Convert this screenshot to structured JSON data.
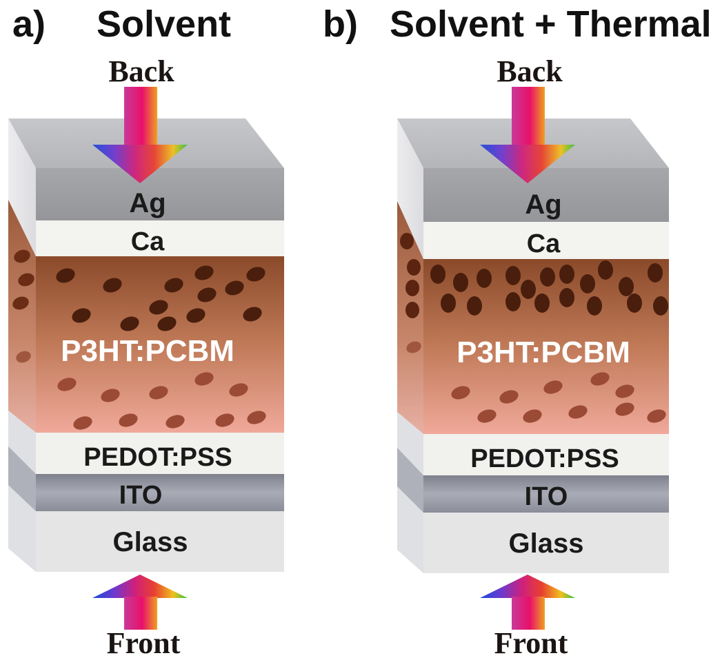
{
  "panels": [
    {
      "letter": "a)",
      "title": "Solvent",
      "back_label": "Back",
      "front_label": "Front",
      "layers": {
        "ag": "Ag",
        "ca": "Ca",
        "active": "P3HT:PCBM",
        "pedot": "PEDOT:PSS",
        "ito": "ITO",
        "glass": "Glass"
      }
    },
    {
      "letter": "b)",
      "title": "Solvent + Thermal",
      "back_label": "Back",
      "front_label": "Front",
      "layers": {
        "ag": "Ag",
        "ca": "Ca",
        "active": "P3HT:PCBM",
        "pedot": "PEDOT:PSS",
        "ito": "ITO",
        "glass": "Glass"
      }
    }
  ],
  "colors": {
    "ag": "#9c9da0",
    "ca": "#f2f2ee",
    "active_top": "#8a4a2a",
    "active_bottom": "#f0a99a",
    "pedot": "#f0f0ec",
    "ito": "#9a9ca8",
    "glass": "#e6e6e6",
    "particle_dark": "#4a1e0c",
    "particle_light": "#9a4a35"
  }
}
